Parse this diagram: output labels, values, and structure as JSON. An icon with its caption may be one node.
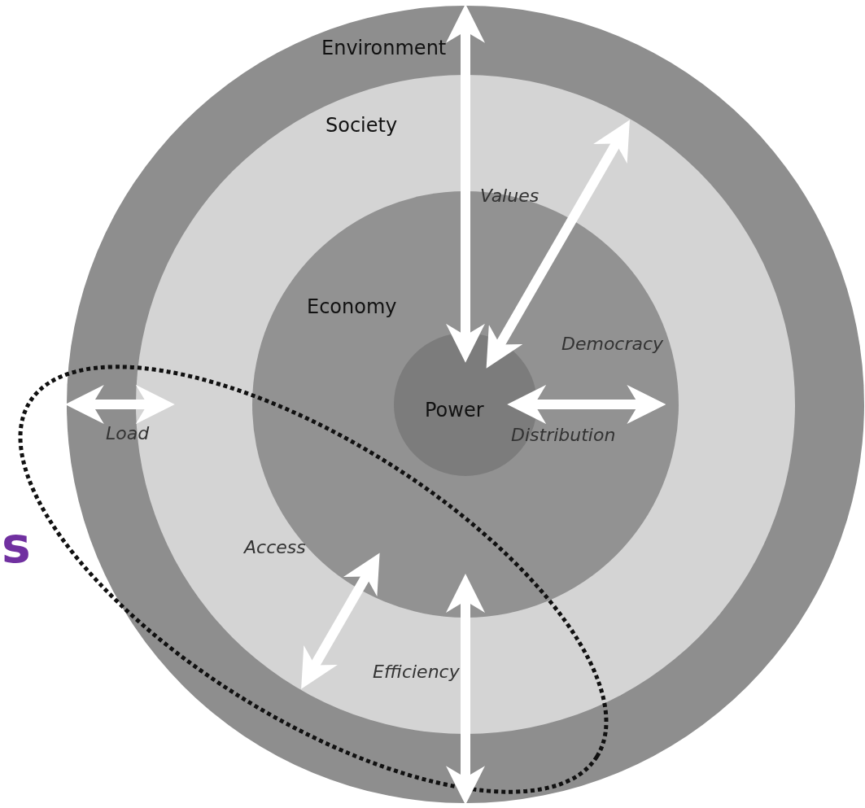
{
  "diagram": {
    "nodes": [
      {
        "text": [
          "Environment"
        ]
      },
      {
        "text": [
          "Society"
        ],
        "in": 0
      },
      {
        "text": [
          "Economy"
        ],
        "in": 1
      },
      {
        "text": [
          "Power"
        ],
        "in": 2
      }
    ],
    "edges": [
      {
        "from": 0,
        "to": 3,
        "arrow": "both",
        "label": "Values"
      },
      {
        "from": 3,
        "to": 1,
        "arrow": "both",
        "label": "Democracy"
      },
      {
        "from": 3,
        "to": 2,
        "arrow": "both",
        "label": "Distribution"
      },
      {
        "from": 0,
        "to": 1,
        "arrow": "both",
        "label": "Load"
      },
      {
        "from": 1,
        "to": 2,
        "arrow": "both",
        "label": "Access"
      },
      {
        "from": 2,
        "to": 0,
        "arrow": "both",
        "label": "Efficiency"
      }
    ],
    "labels": [
      "s"
    ]
  }
}
